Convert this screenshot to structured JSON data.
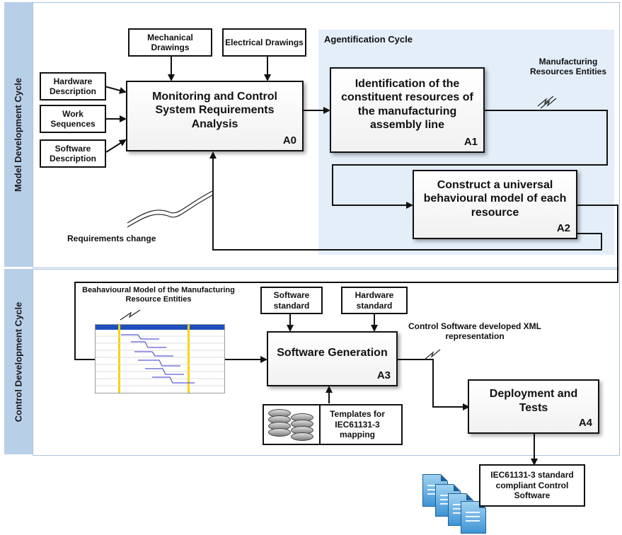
{
  "cycles": {
    "model": "Model Development Cycle",
    "control": "Control Development Cycle"
  },
  "agentification_title": "Agentification Cycle",
  "boxes": {
    "mechanical": "Mechanical Drawings",
    "electrical": "Electrical Drawings",
    "hardware_description": "Hardware Description",
    "work_sequences": "Work Sequences",
    "software_description": "Software Description",
    "a0": {
      "label": "Monitoring and Control System Requirements Analysis",
      "code": "A0"
    },
    "a1": {
      "label": "Identification of the constituent resources of the manufacturing assembly line",
      "code": "A1"
    },
    "a2": {
      "label": "Construct a universal behavioural model of each resource",
      "code": "A2"
    },
    "software_standard": "Software standard",
    "hardware_standard": "Hardware standard",
    "a3": {
      "label": "Software Generation",
      "code": "A3"
    },
    "templates": "Templates for IEC61131-3 mapping",
    "a4": {
      "label": "Deployment and Tests",
      "code": "A4"
    },
    "output": "IEC61131-3 standard compliant Control Software"
  },
  "annotations": {
    "manufacturing_resources": "Manufacturing Resources Entities",
    "requirements_change": "Requirements change",
    "behavioural_model": "Beahavioural Model of the Manufacturing Resource Entities",
    "control_software": "Control Software developed XML representation"
  },
  "colors": {
    "band": "#b8cfe8",
    "agentification_bg": "#e3eef9",
    "arrow": "#111111"
  },
  "icons": [
    "gantt-chart-thumbnail",
    "database-icon",
    "document-stack-icon"
  ]
}
